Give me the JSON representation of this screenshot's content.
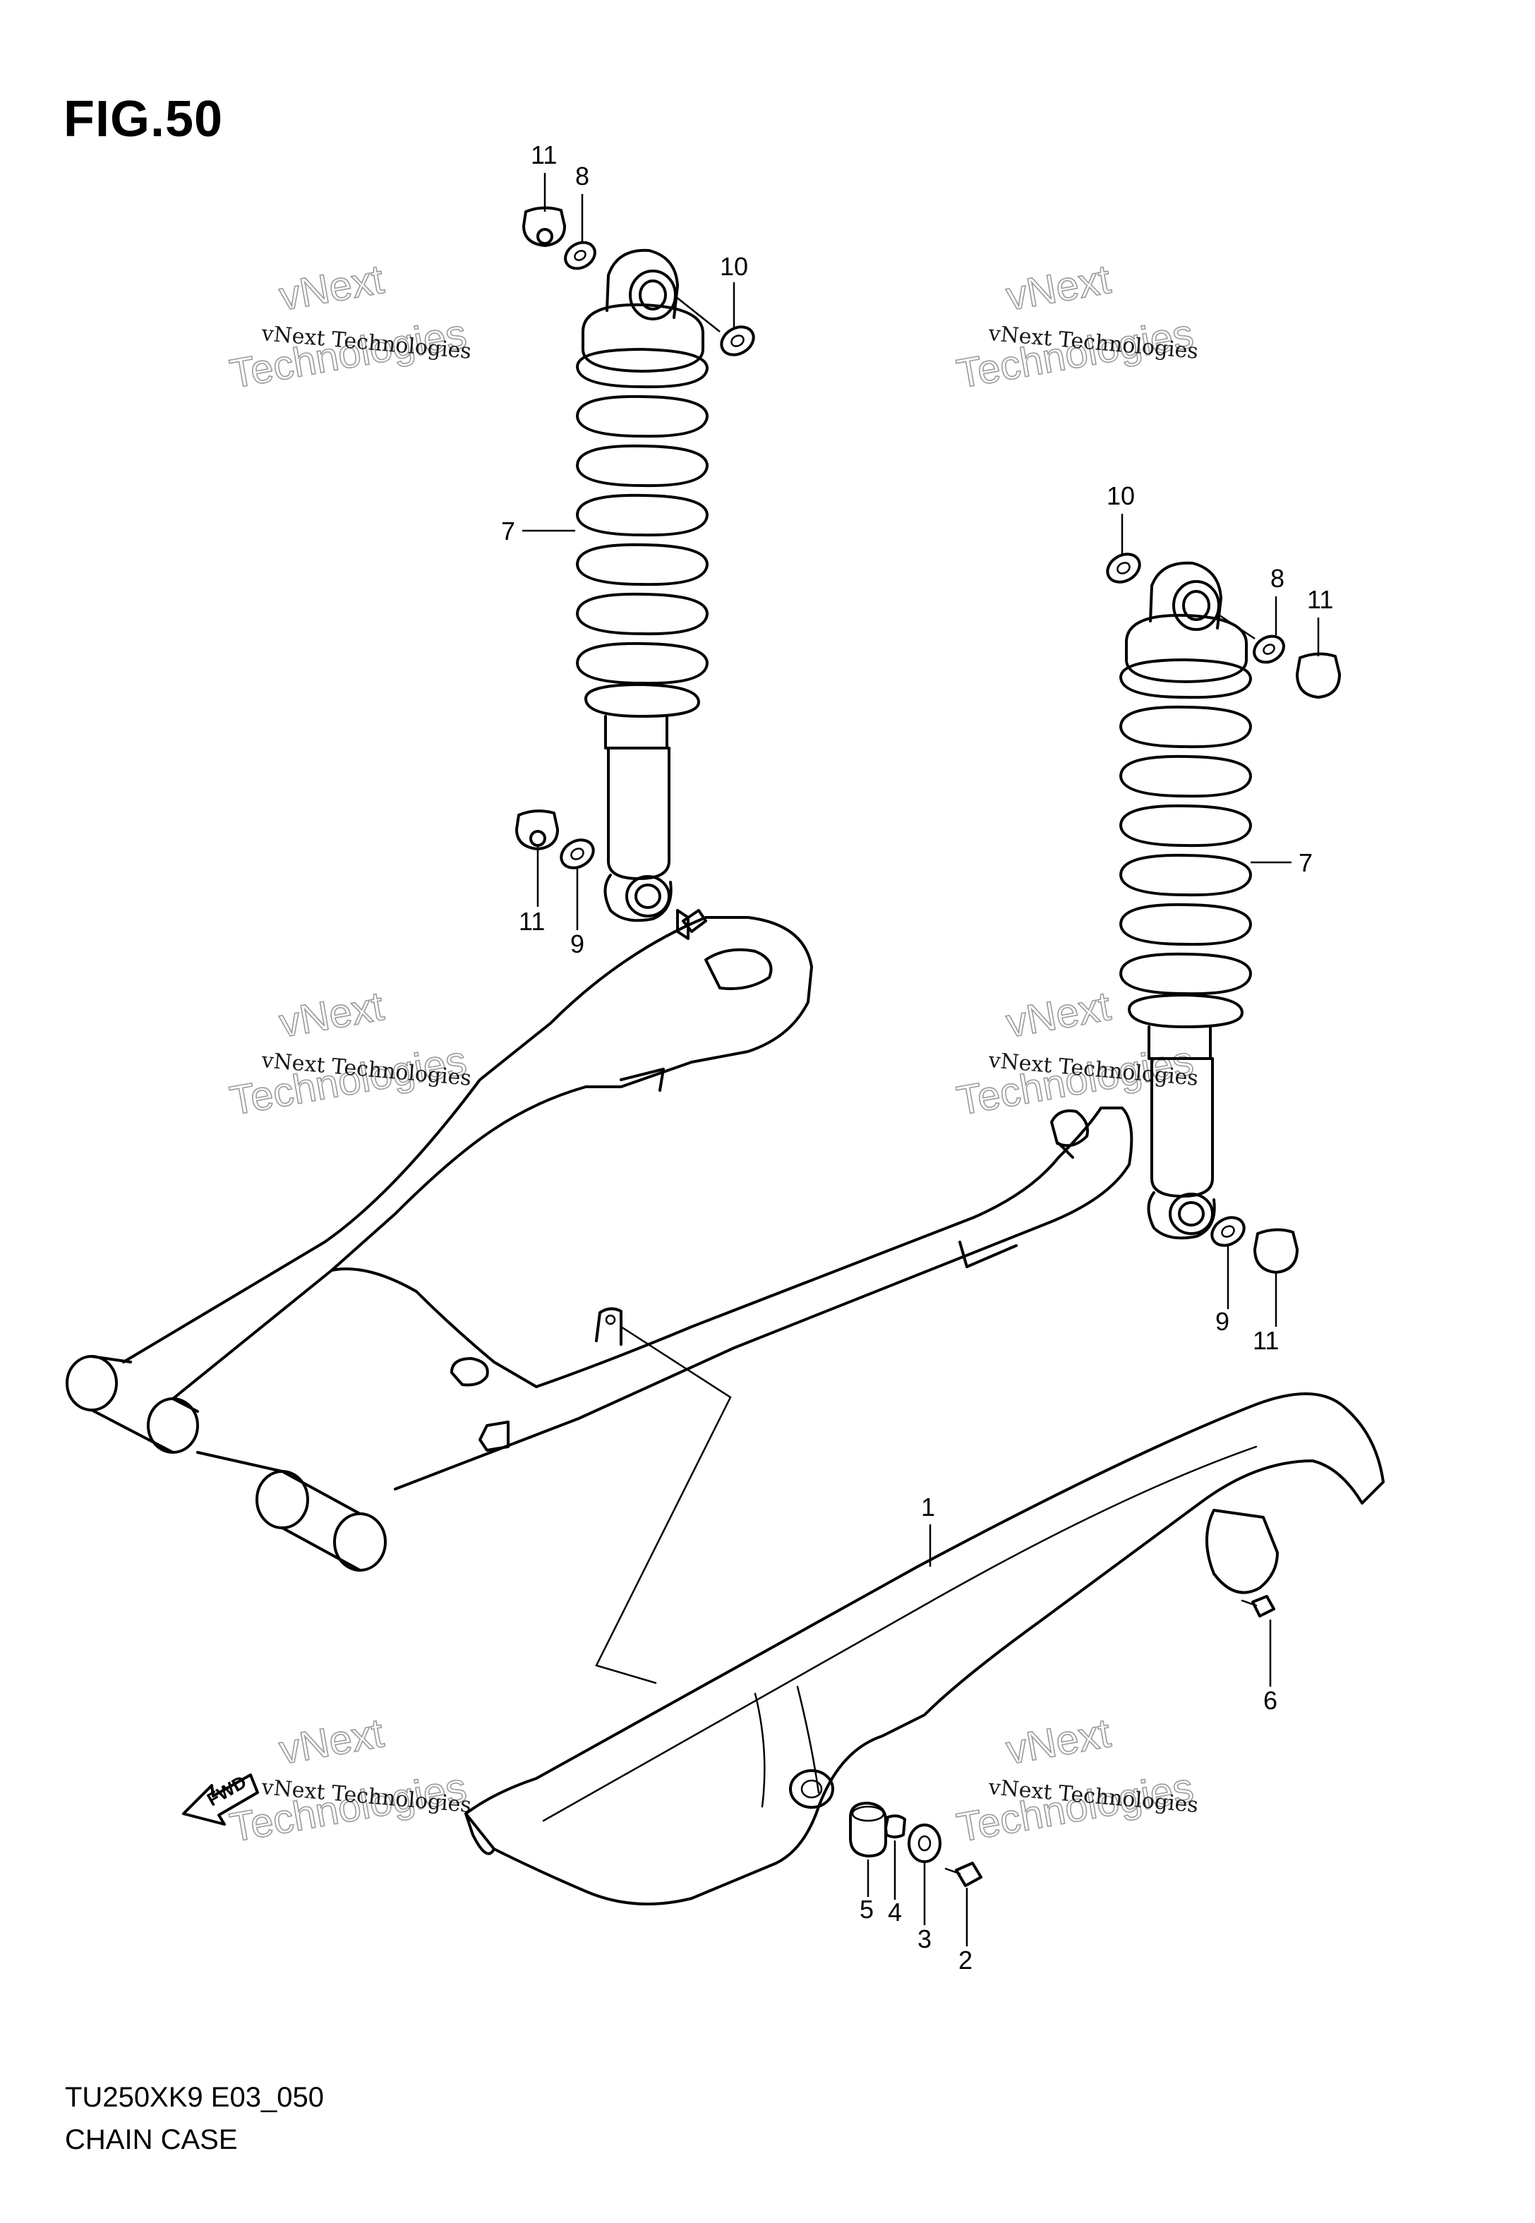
{
  "figure": {
    "title": "FIG.50",
    "model_code": "TU250XK9 E03_050",
    "caption": "CHAIN CASE"
  },
  "callouts": {
    "c1": "1",
    "c2": "2",
    "c3": "3",
    "c4": "4",
    "c5": "5",
    "c6": "6",
    "c7_left": "7",
    "c7_right": "7",
    "c8_left": "8",
    "c8_right": "8",
    "c9_left": "9",
    "c9_right": "9",
    "c10_left": "10",
    "c10_right": "10",
    "c11_left_top": "11",
    "c11_left_bottom": "11",
    "c11_right_top": "11",
    "c11_right_bottom": "11"
  },
  "watermark": {
    "brand": "vNext",
    "line": "vNext Technologies",
    "big": "Technologies"
  },
  "fwd_arrow": {
    "label": "FWD"
  }
}
